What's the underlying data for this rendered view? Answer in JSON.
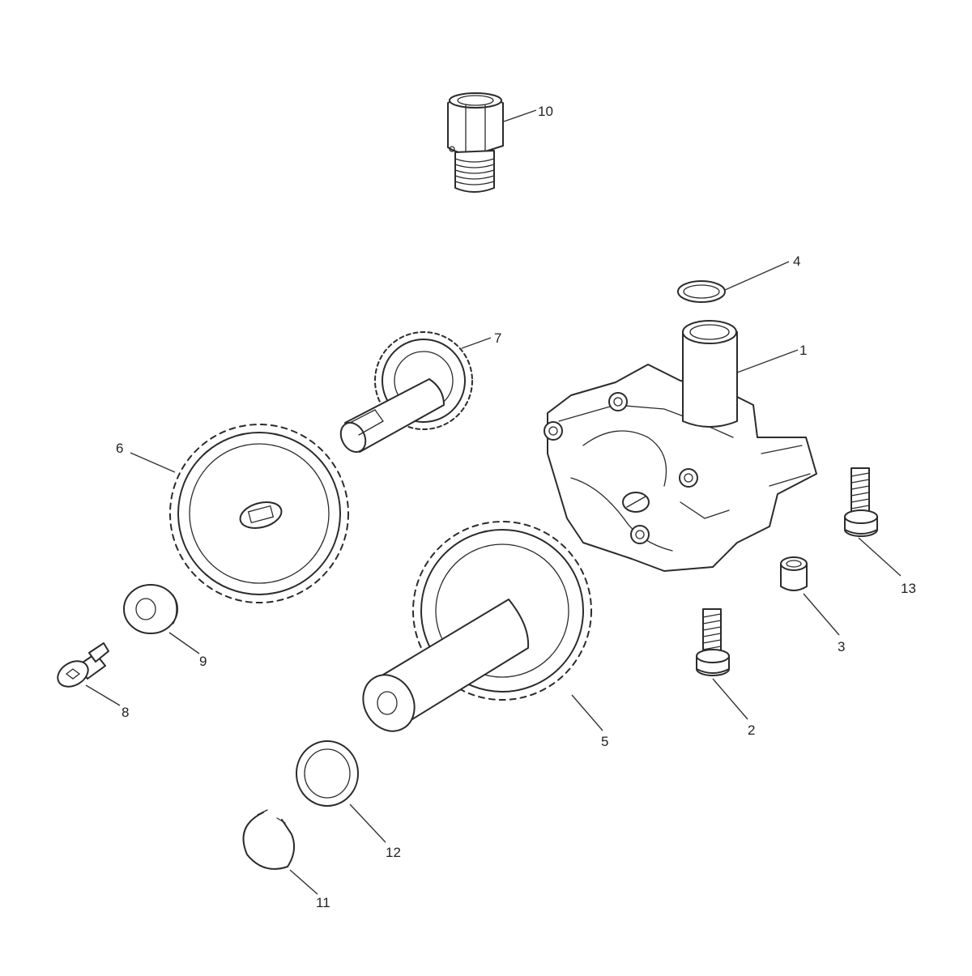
{
  "parts": [
    {
      "id": "part-1",
      "number": "1"
    },
    {
      "id": "part-2",
      "number": "2"
    },
    {
      "id": "part-3",
      "number": "3"
    },
    {
      "id": "part-4",
      "number": "4"
    },
    {
      "id": "part-5",
      "number": "5"
    },
    {
      "id": "part-6",
      "number": "6"
    },
    {
      "id": "part-7",
      "number": "7"
    },
    {
      "id": "part-8",
      "number": "8"
    },
    {
      "id": "part-9",
      "number": "9"
    },
    {
      "id": "part-10",
      "number": "10"
    },
    {
      "id": "part-11",
      "number": "11"
    },
    {
      "id": "part-12",
      "number": "12"
    },
    {
      "id": "part-13",
      "number": "13"
    }
  ],
  "colors": {
    "ink": "#2b2b2b",
    "background": "#ffffff"
  }
}
